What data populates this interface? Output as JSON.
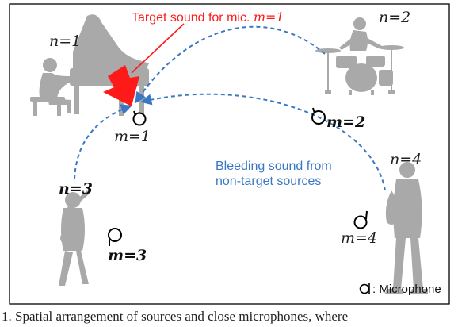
{
  "colors": {
    "target": "#ff1a1a",
    "bleed": "#3a78c3",
    "silhouette": "#a9a9a9",
    "frame": "#000000"
  },
  "labels": {
    "target_prefix": "Target sound for mic. ",
    "target_math": "m=1",
    "bleed_line1": "Bleeding sound from",
    "bleed_line2": "non-target sources",
    "legend_text": ": Microphone"
  },
  "sources": {
    "piano": "n=1",
    "drums": "n=2",
    "guitar": "n=3",
    "sax": "n=4"
  },
  "mics": {
    "m1": "m=1",
    "m2": "m=2",
    "m3": "m=3",
    "m4": "m=4"
  },
  "icons": {
    "piano": "piano-player-icon",
    "drums": "drummer-icon",
    "guitar": "guitarist-icon",
    "sax": "saxophonist-icon",
    "mic": "microphone-icon",
    "arrow": "red-arrow-icon"
  },
  "caption": "1. Spatial arrangement of sources and close microphones, where"
}
